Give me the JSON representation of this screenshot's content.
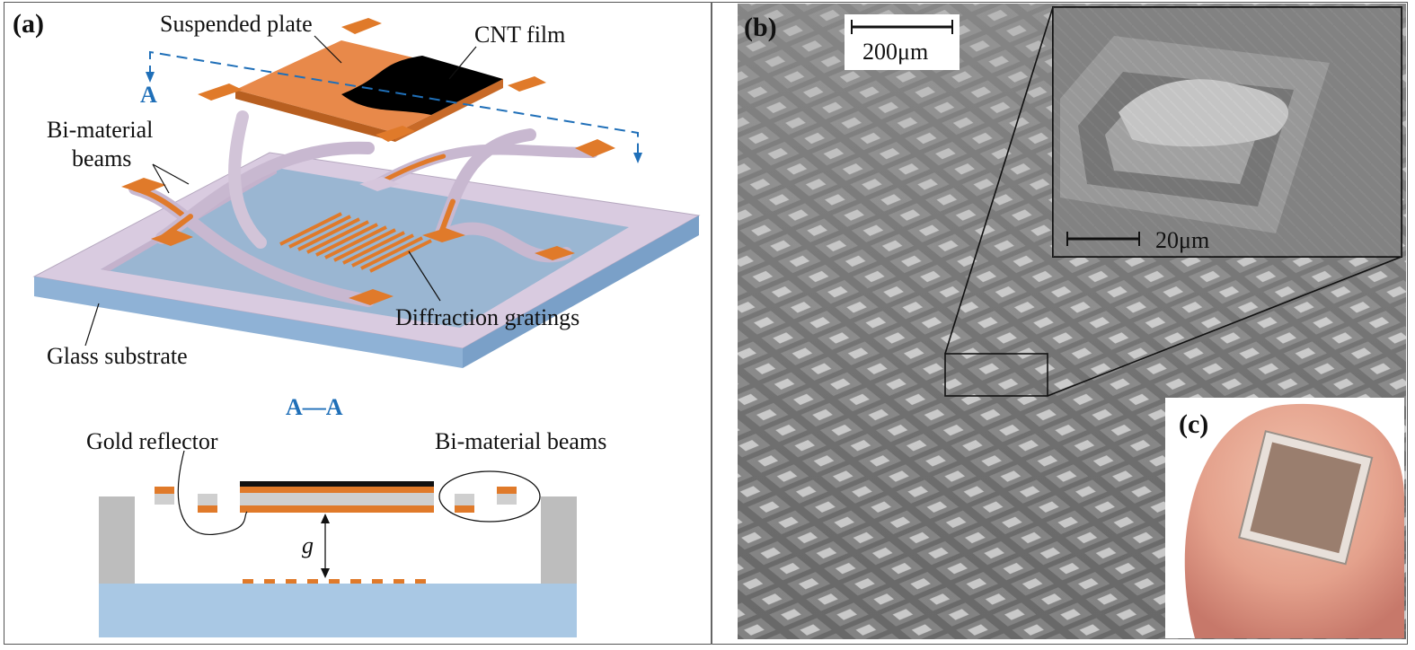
{
  "panel_a": {
    "label": "(a)",
    "top": {
      "suspended_plate": "Suspended plate",
      "cnt_film": "CNT film",
      "section_marker": "A",
      "bi_material_line1": "Bi-material",
      "bi_material_line2": "beams",
      "diffraction": "Diffraction gratings",
      "glass": "Glass substrate"
    },
    "section": {
      "title": "A—A",
      "gold_reflector": "Gold reflector",
      "bi_material": "Bi-material beams",
      "gap": "g"
    }
  },
  "panel_b": {
    "label": "(b)",
    "scale_main": "200μm",
    "scale_inset": "20μm"
  },
  "panel_c": {
    "label": "(c)"
  },
  "colors": {
    "orange": "#e07a2a",
    "lavender": "#d8c8dc",
    "glass_blue": "#9ab6d2",
    "section_blue": "#a9c8e4",
    "section_gray": "#bdbdbd",
    "accent_blue": "#1f6fb8"
  }
}
